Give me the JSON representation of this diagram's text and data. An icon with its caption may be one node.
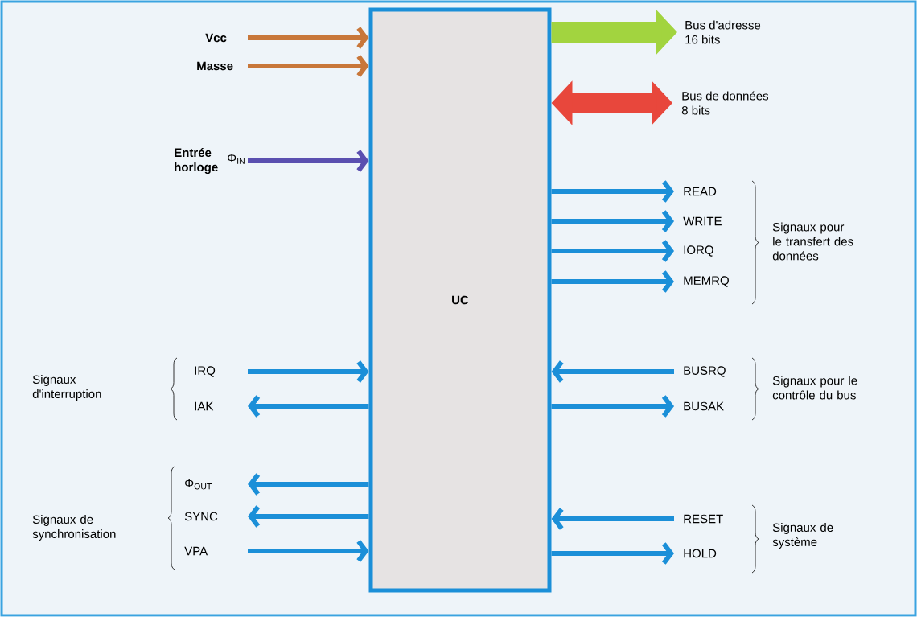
{
  "diagram": {
    "nodes": [
      {
        "text": [
          "UC"
        ]
      },
      {
        "text": [
          "Vcc"
        ]
      },
      {
        "text": [
          "Masse"
        ]
      },
      {
        "text": [
          "Entrée horloge",
          "Φ$_{IN}$"
        ]
      },
      {
        "text": [
          "Bus d'adresse 16 bits"
        ]
      },
      {
        "text": [
          "Bus de données 8 bits"
        ]
      },
      {
        "text": [
          "READ"
        ]
      },
      {
        "text": [
          "WRITE"
        ]
      },
      {
        "text": [
          "IORQ"
        ]
      },
      {
        "text": [
          "MEMRQ"
        ]
      },
      {
        "text": [
          "IRQ"
        ]
      },
      {
        "text": [
          "IAK"
        ]
      },
      {
        "text": [
          "BUSRQ"
        ]
      },
      {
        "text": [
          "BUSAK"
        ]
      },
      {
        "text": [
          "Φ$_{OUT}$"
        ]
      },
      {
        "text": [
          "SYNC"
        ]
      },
      {
        "text": [
          "VPA"
        ]
      },
      {
        "text": [
          "RESET"
        ]
      },
      {
        "text": [
          "HOLD"
        ]
      }
    ],
    "edges": [
      {
        "from": 1,
        "to": 0,
        "arrow": "to",
        "color": "#c8773a"
      },
      {
        "from": 2,
        "to": 0,
        "arrow": "to",
        "color": "#c8773a"
      },
      {
        "from": 3,
        "to": 0,
        "arrow": "to",
        "color": "#5a4fb0"
      },
      {
        "from": 0,
        "to": 4,
        "arrow": "to",
        "style": "thick",
        "color": "#a2d43f"
      },
      {
        "from": 0,
        "to": 5,
        "arrow": "both",
        "style": "thick",
        "color": "#e8473c"
      },
      {
        "from": 0,
        "to": 6,
        "arrow": "to"
      },
      {
        "from": 0,
        "to": 7,
        "arrow": "to"
      },
      {
        "from": 0,
        "to": 8,
        "arrow": "to"
      },
      {
        "from": 0,
        "to": 9,
        "arrow": "to"
      },
      {
        "from": 10,
        "to": 0,
        "arrow": "to"
      },
      {
        "from": 0,
        "to": 11,
        "arrow": "to"
      },
      {
        "from": 12,
        "to": 0,
        "arrow": "to"
      },
      {
        "from": 0,
        "to": 13,
        "arrow": "to"
      },
      {
        "from": 0,
        "to": 14,
        "arrow": "to"
      },
      {
        "from": 0,
        "to": 15,
        "arrow": "to"
      },
      {
        "from": 16,
        "to": 0,
        "arrow": "to"
      },
      {
        "from": 17,
        "to": 0,
        "arrow": "to"
      },
      {
        "from": 0,
        "to": 18,
        "arrow": "to"
      }
    ],
    "labels": [
      "Signaux pour le transfert des données",
      "Signaux d'interruption",
      "Signaux pour le contrôle du bus",
      "Signaux de synchronisation",
      "Signaux de système"
    ]
  }
}
